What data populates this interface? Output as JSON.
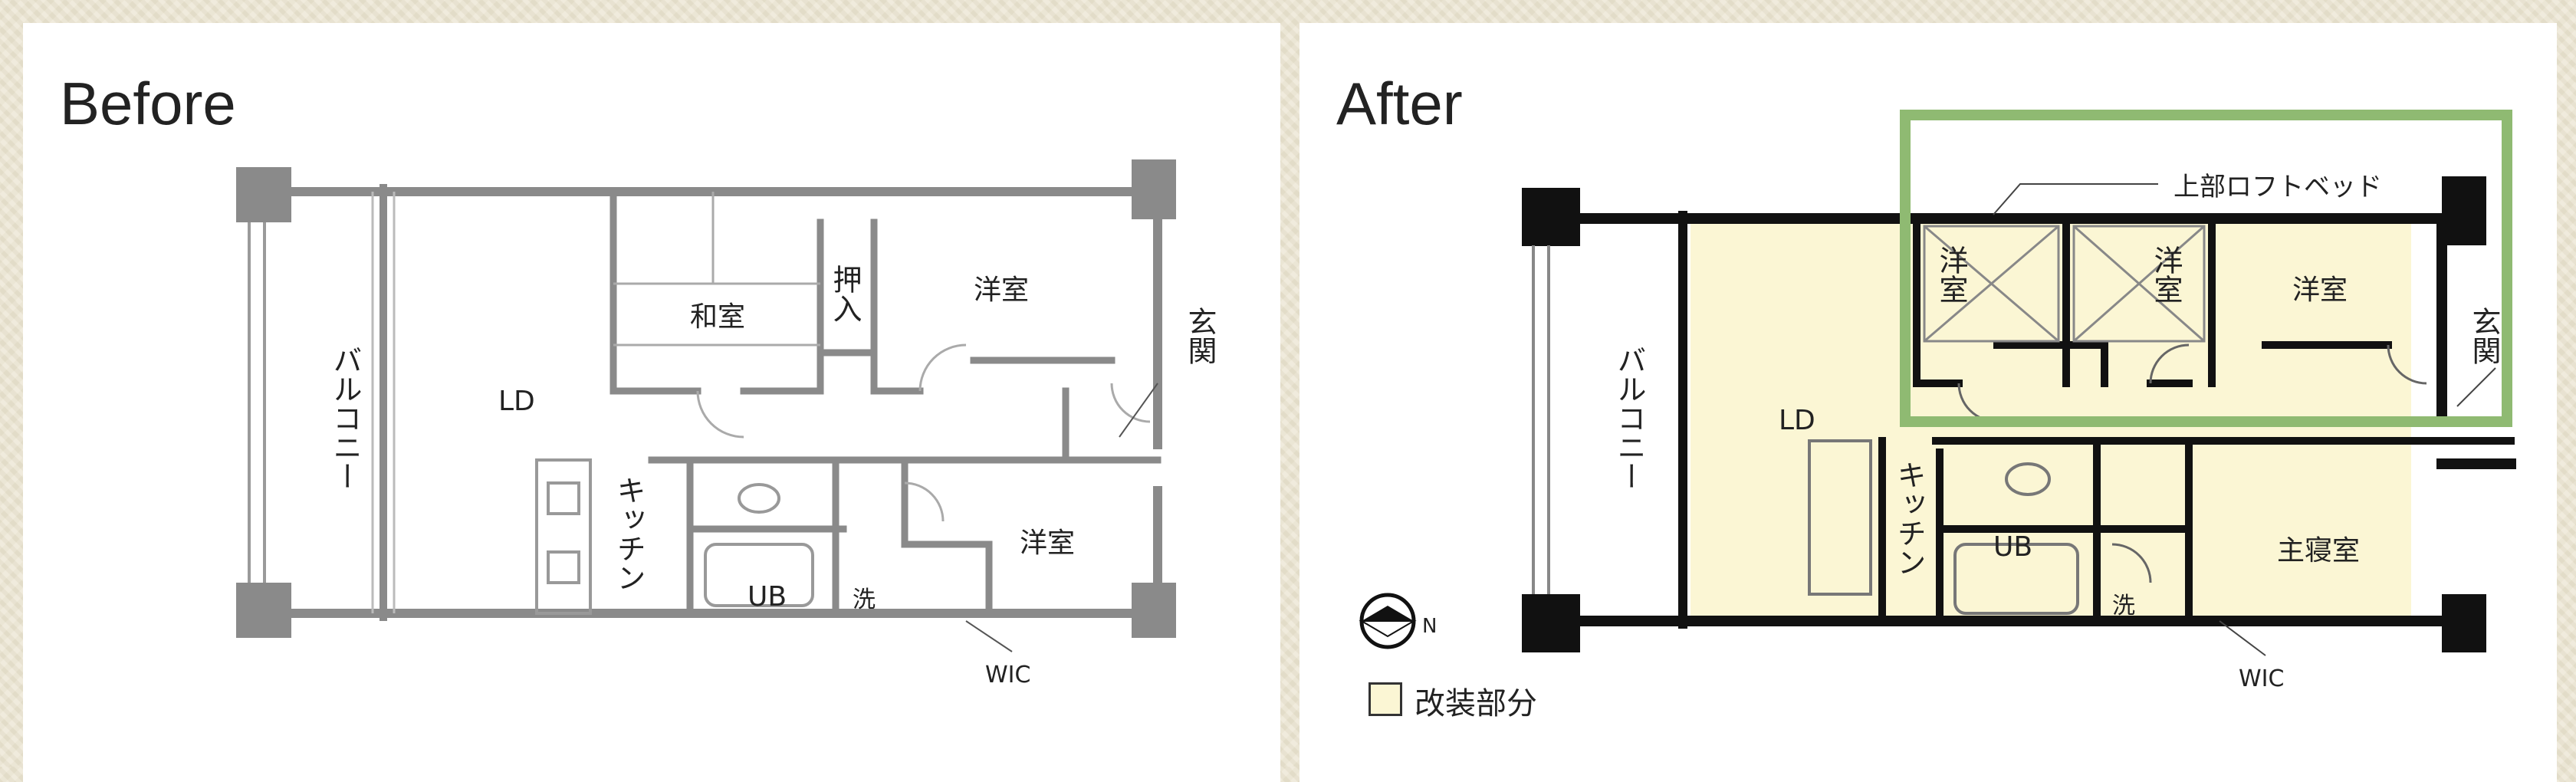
{
  "before": {
    "title": "Before",
    "rooms": {
      "balcony": "バルコニー",
      "ld": "LD",
      "washitsu": "和室",
      "oshiire": "押入",
      "youshitsu_top": "洋室",
      "genkan": "玄関",
      "kitchen": "キッチン",
      "ub": "UB",
      "sen": "洗",
      "youshitsu_right": "洋室",
      "wic": "WIC"
    }
  },
  "after": {
    "title": "After",
    "rooms": {
      "balcony": "バルコニー",
      "ld": "LD",
      "loft_note": "上部ロフトベッド",
      "youshitsu_1": "洋室",
      "youshitsu_2": "洋室",
      "youshitsu_3": "洋室",
      "genkan": "玄関",
      "kitchen": "キッチン",
      "ub": "UB",
      "sen": "洗",
      "master": "主寝室",
      "wic": "WIC"
    },
    "north_mark": "N",
    "legend_label": "改装部分"
  },
  "colors": {
    "renovated_fill": "#fbf6d4",
    "highlight_frame": "#8fba72",
    "before_wall": "#8a8a8a",
    "after_wall": "#111111"
  }
}
